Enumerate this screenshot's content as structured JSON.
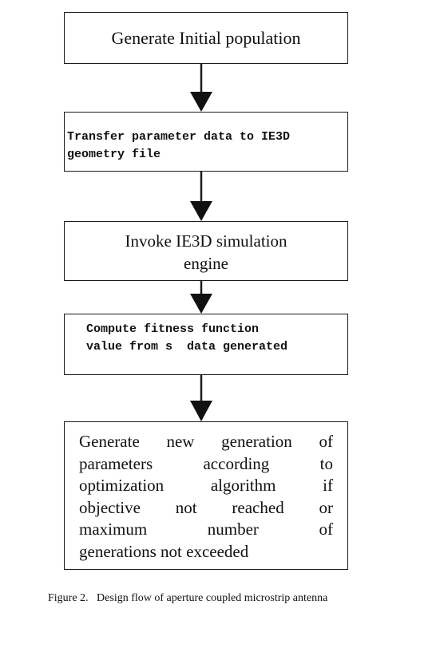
{
  "flowchart": {
    "steps": [
      {
        "text": "Generate Initial population"
      },
      {
        "lines": [
          "Transfer parameter data to IE3D",
          "geometry file"
        ]
      },
      {
        "lines": [
          "Invoke IE3D simulation",
          "engine"
        ]
      },
      {
        "lines": [
          "Compute fitness function",
          "value from s  data generated"
        ]
      },
      {
        "lines": [
          "Generate new generation of",
          "parameters according to",
          "optimization algorithm if",
          "objective not reached or",
          "maximum number of",
          "generations not exceeded"
        ]
      }
    ]
  },
  "caption": "Figure 2.   Design flow of aperture coupled microstrip antenna",
  "colors": {
    "stroke": "#1a1a1a",
    "text": "#111111",
    "background": "#ffffff"
  }
}
